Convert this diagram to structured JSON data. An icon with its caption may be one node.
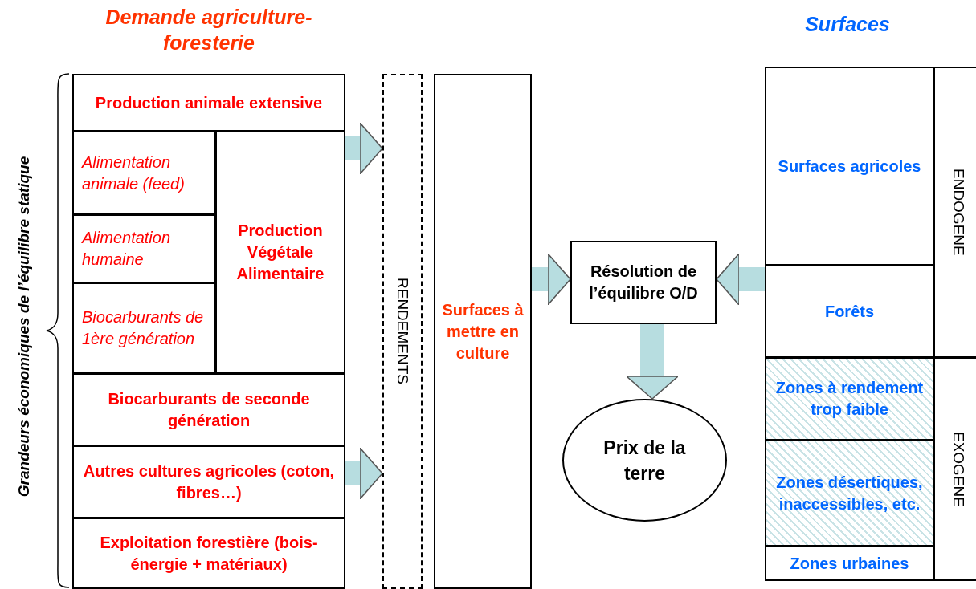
{
  "diagram": {
    "nodes": [
      {
        "text": [
          "Production animale extensive"
        ]
      },
      {
        "text": [
          "Alimentation animale (feed)"
        ]
      },
      {
        "text": [
          "Alimentation humaine"
        ]
      },
      {
        "text": [
          "Biocarburants de 1ère génération"
        ]
      },
      {
        "text": [
          "Production Végétale Alimentaire"
        ]
      },
      {
        "text": [
          "Biocarburants de seconde génération"
        ]
      },
      {
        "text": [
          "Autres cultures agricoles (coton, fibres…)"
        ]
      },
      {
        "text": [
          "Exploitation forestière (bois-énergie + matériaux)"
        ]
      },
      {
        "text": [
          "RENDEMENTS"
        ]
      },
      {
        "text": [
          "Surfaces à mettre en culture"
        ]
      },
      {
        "text": [
          "Résolution de l’équilibre O/D"
        ]
      },
      {
        "text": [
          "Prix de la terre"
        ]
      },
      {
        "text": [
          "Surfaces agricoles"
        ]
      },
      {
        "text": [
          "Forêts"
        ]
      },
      {
        "text": [
          "ENDOGENE"
        ]
      },
      {
        "text": [
          "Zones à rendement trop faible"
        ]
      },
      {
        "text": [
          "Zones désertiques, inaccessibles, etc."
        ]
      },
      {
        "text": [
          "Zones urbaines"
        ]
      },
      {
        "text": [
          "EXOGENE"
        ]
      }
    ],
    "edges": [
      {
        "from": 4,
        "to": 8,
        "arrow": "to"
      },
      {
        "from": 6,
        "to": 8,
        "arrow": "to"
      },
      {
        "from": 9,
        "to": 10,
        "arrow": "to"
      },
      {
        "from": 13,
        "to": 10,
        "arrow": "to"
      },
      {
        "from": 10,
        "to": 11,
        "arrow": "to"
      }
    ],
    "labels": [
      "Demande agriculture-foresterie",
      "Surfaces",
      "Grandeurs économiques de l’équilibre statique"
    ]
  }
}
